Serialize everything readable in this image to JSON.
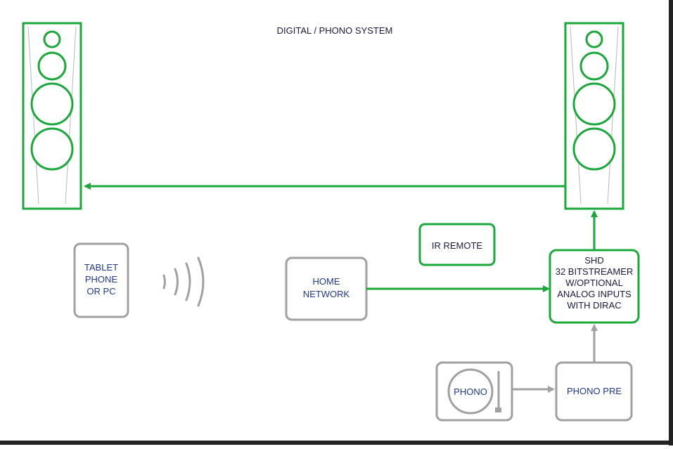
{
  "title": "DIGITAL / PHONO  SYSTEM",
  "colors": {
    "green": "#1aa83a",
    "gray": "#a0a0a0",
    "blue_text": "#1f3a8a",
    "dark_text": "#1a1a40",
    "frame": "#222222"
  },
  "icons": {
    "left_speaker": "tower-speaker-icon",
    "right_speaker": "tower-speaker-icon",
    "wireless": "wireless-waves-icon",
    "turntable": "turntable-icon"
  },
  "boxes": {
    "tablet": {
      "lines": [
        "TABLET",
        "PHONE",
        "OR PC"
      ]
    },
    "home_network": {
      "lines": [
        "HOME",
        "NETWORK"
      ]
    },
    "ir_remote": {
      "lines": [
        "IR REMOTE"
      ]
    },
    "shd": {
      "lines": [
        "SHD",
        "32 BITSTREAMER",
        "W/OPTIONAL",
        "ANALOG INPUTS",
        "WITH DIRAC"
      ]
    },
    "phono": {
      "lines": [
        "PHONO"
      ]
    },
    "phono_pre": {
      "lines": [
        "PHONO PRE"
      ]
    }
  }
}
